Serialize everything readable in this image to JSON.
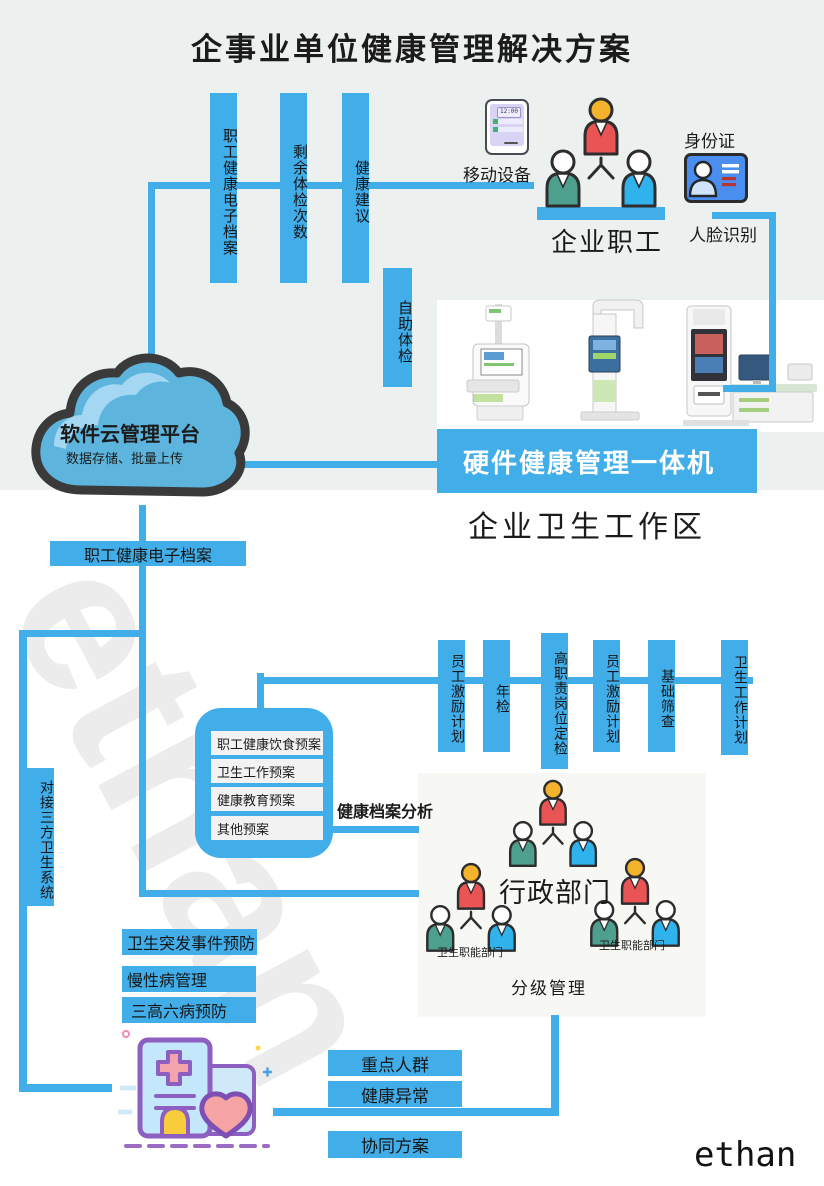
{
  "page": {
    "title": "企事业单位健康管理解决方案",
    "watermark": "ethan",
    "signature": "ethan",
    "accent_color": "#41ade9"
  },
  "top_section": {
    "vertical_bars": [
      "职工健康电子档案",
      "剩余体检次数",
      "健康建议"
    ],
    "self_check_bar": "自助体检",
    "mobile_device": {
      "label": "移动设备",
      "phone_time": "12:00"
    },
    "employees_label": "企业职工",
    "id_card_label": "身份证",
    "face_recognition_label": "人脸识别",
    "cloud": {
      "title": "软件云管理平台",
      "subtitle": "数据存储、批量上传"
    },
    "hardware_banner": "硬件健康管理一体机",
    "work_area_label": "企业卫生工作区"
  },
  "middle_section": {
    "archive_bar": "职工健康电子档案",
    "third_party_bar": "对接三方卫生系统",
    "plan_bars": [
      "员工激励计划",
      "年检",
      "高职责岗位定检",
      "员工激励计划",
      "基础筛查",
      "卫生工作计划"
    ],
    "plan_box_items": [
      "职工健康饮食预案",
      "卫生工作预案",
      "健康教育预案",
      "其他预案"
    ],
    "analysis_label": "健康档案分析",
    "admin_panel": {
      "title": "行政部门",
      "left_dept_label": "卫生职能部门",
      "right_dept_label": "卫生职能部门",
      "caption": "分级管理"
    }
  },
  "bottom_section": {
    "prevention_bars": [
      "卫生突发事件预防",
      "慢性病管理",
      "三高六病预防"
    ],
    "result_bars": [
      "重点人群",
      "健康异常",
      "协同方案"
    ]
  }
}
